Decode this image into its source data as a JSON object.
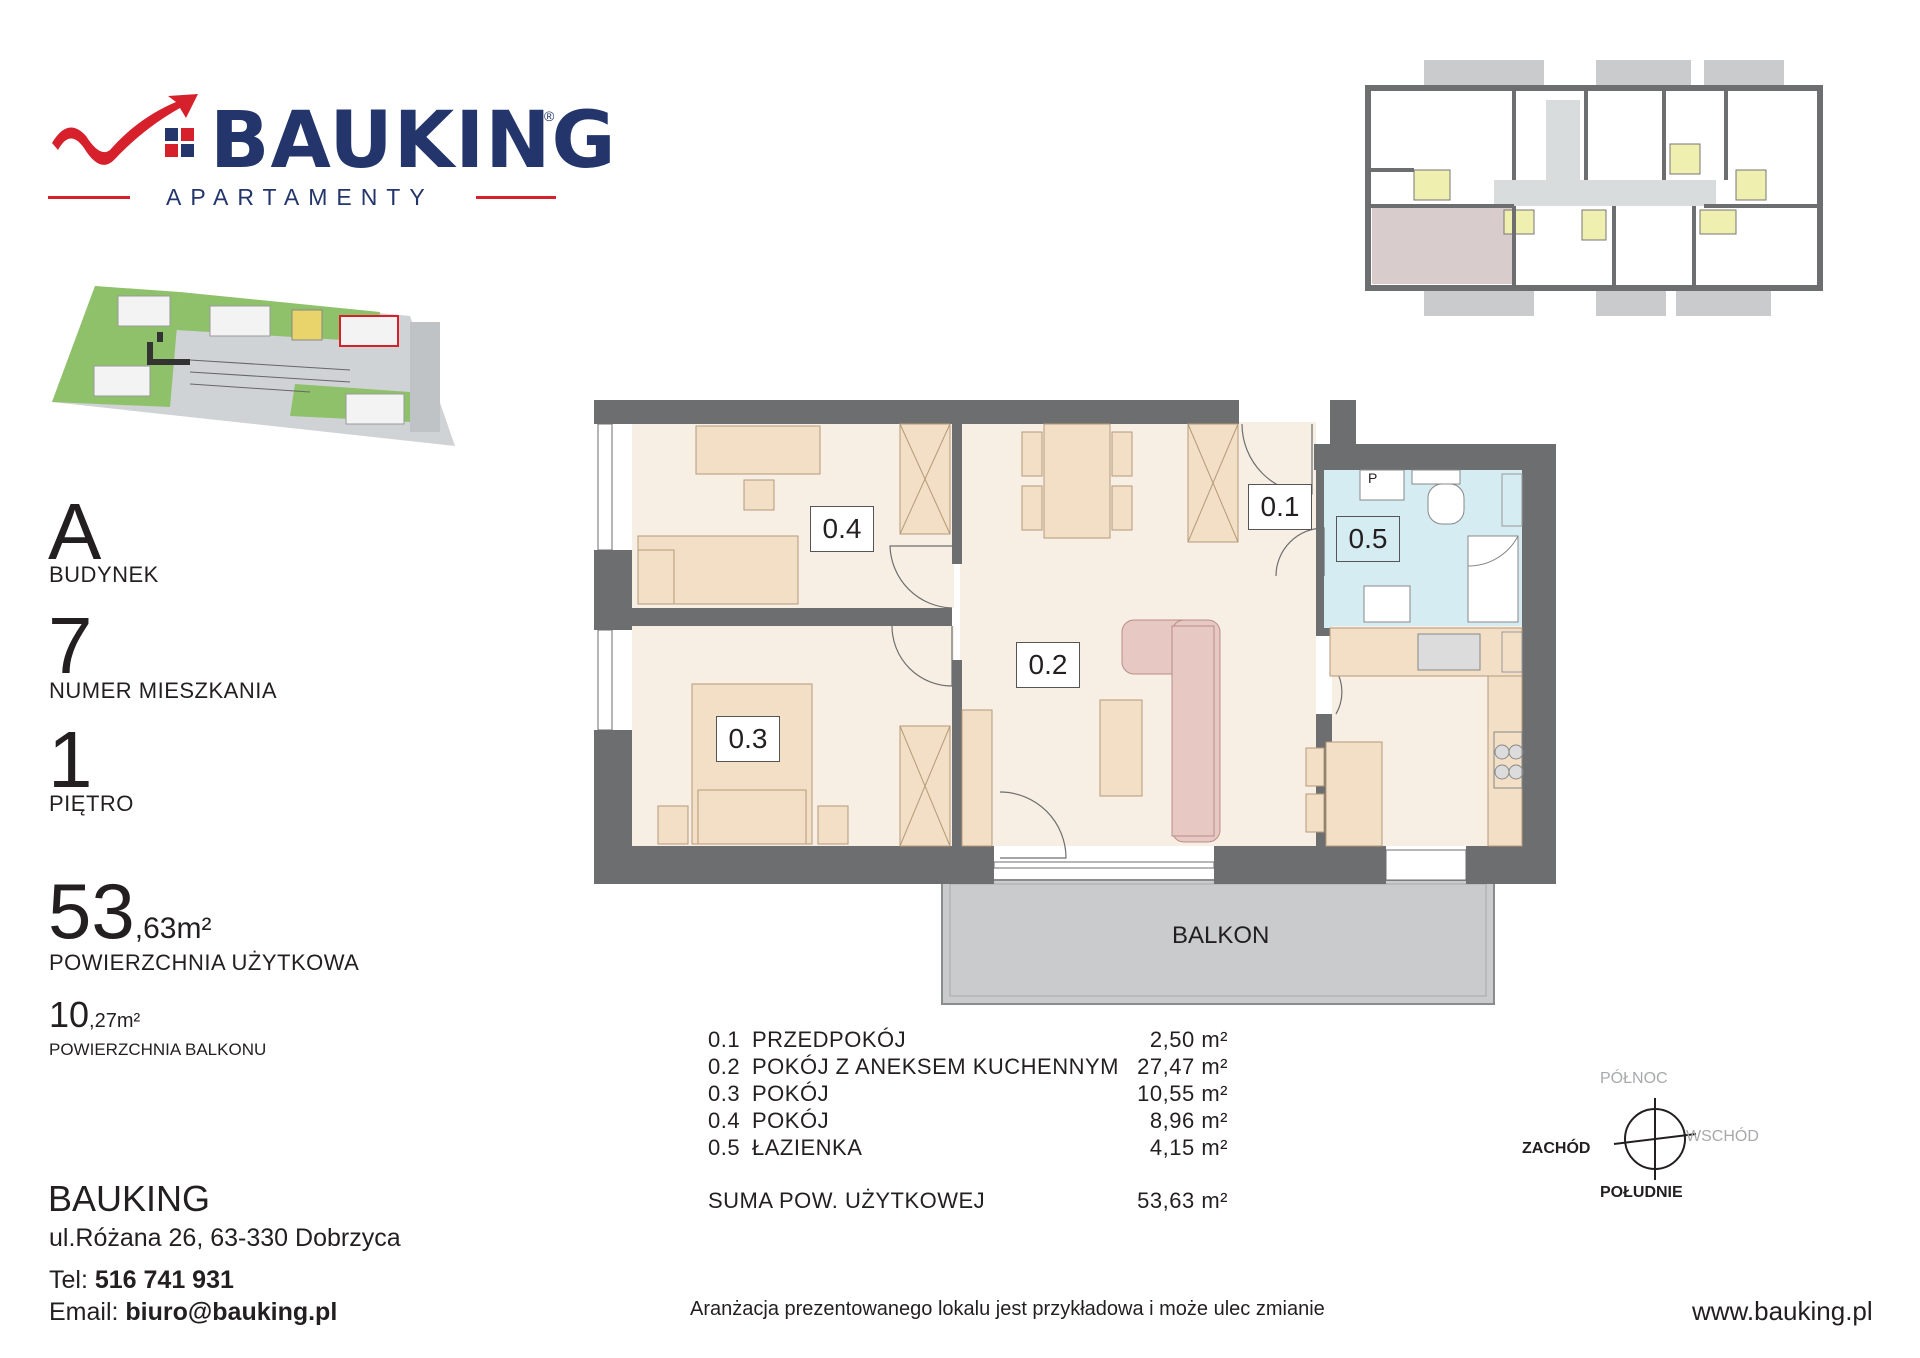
{
  "brand": {
    "name": "BAUKING",
    "registered": "®",
    "subtitle": "APARTAMENTY",
    "colors": {
      "navy": "#23356b",
      "red": "#d6202b"
    }
  },
  "info": {
    "building_value": "A",
    "building_label": "BUDYNEK",
    "apartment_value": "7",
    "apartment_label": "NUMER MIESZKANIA",
    "floor_value": "1",
    "floor_label": "PIĘTRO",
    "usable_area_int": "53",
    "usable_area_dec": ",63m²",
    "usable_area_label": "POWIERZCHNIA UŻYTKOWA",
    "balcony_area_int": "10",
    "balcony_area_dec": ",27m²",
    "balcony_area_label": "POWIERZCHNIA BALKONU"
  },
  "plan": {
    "rooms": [
      {
        "id": "0.1"
      },
      {
        "id": "0.2"
      },
      {
        "id": "0.3"
      },
      {
        "id": "0.4"
      },
      {
        "id": "0.5"
      }
    ],
    "balcony_label": "BALKON",
    "window_label": "P"
  },
  "rooms_table": {
    "rows": [
      {
        "no": "0.1",
        "name": "PRZEDPOKÓJ",
        "area": "2,50 m²"
      },
      {
        "no": "0.2",
        "name": "POKÓJ Z ANEKSEM KUCHENNYM",
        "area": "27,47 m²"
      },
      {
        "no": "0.3",
        "name": "POKÓJ",
        "area": "10,55 m²"
      },
      {
        "no": "0.4",
        "name": "POKÓJ",
        "area": "8,96 m²"
      },
      {
        "no": "0.5",
        "name": "ŁAZIENKA",
        "area": "4,15 m²"
      }
    ],
    "sum_label": "SUMA POW. UŻYTKOWEJ",
    "sum_value": "53,63 m²"
  },
  "compass": {
    "north": "PÓŁNOC",
    "south": "POŁUDNIE",
    "west": "ZACHÓD",
    "east": "WSCHÓD"
  },
  "contact": {
    "company": "BAUKING",
    "address": "ul.Różana 26, 63-330 Dobrzyca",
    "tel_label": "Tel: ",
    "tel": "516 741 931",
    "email_label": "Email: ",
    "email": "biuro@bauking.pl"
  },
  "footer": {
    "disclaimer": "Aranżacja prezentowanego lokalu jest przykładowa i może ulec zmianie",
    "website": "www.bauking.pl"
  }
}
